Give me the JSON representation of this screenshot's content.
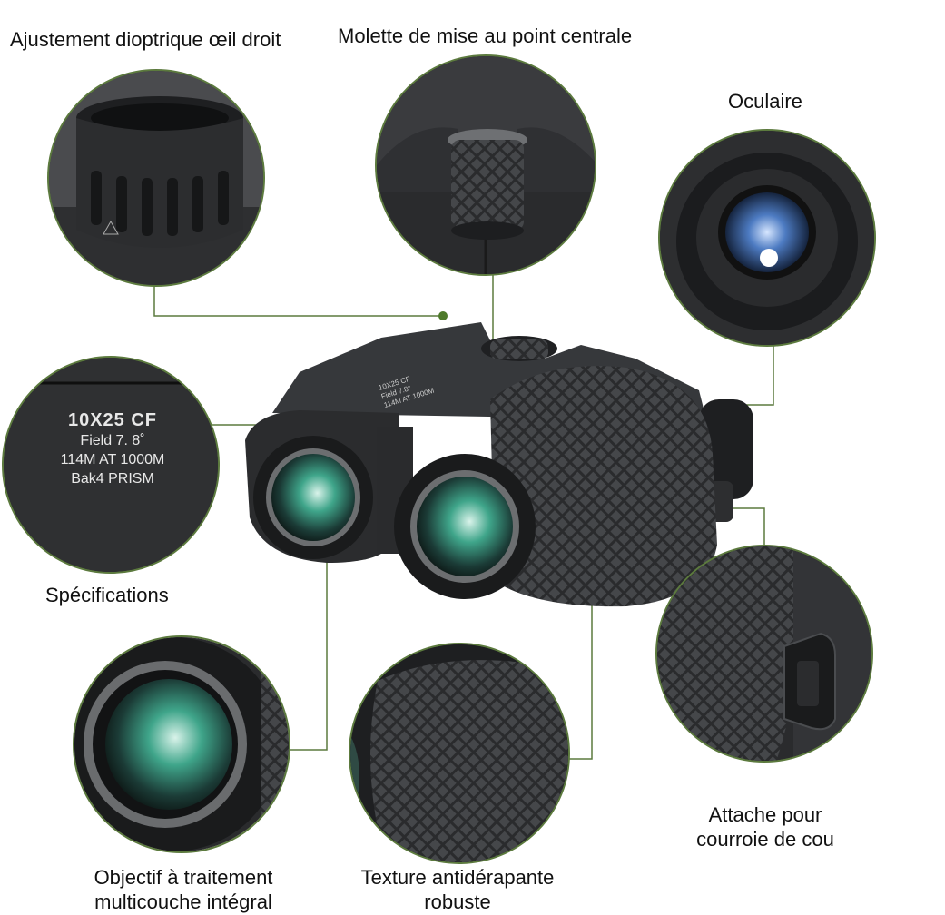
{
  "labels": {
    "diopter": "Ajustement dioptrique œil droit",
    "focus_wheel": "Molette de mise au point centrale",
    "eyepiece": "Oculaire",
    "specifications": "Spécifications",
    "objective_line1": "Objectif à traitement",
    "objective_line2": "multicouche intégral",
    "texture_line1": "Texture antidérapante",
    "texture_line2": "robuste",
    "strap_line1": "Attache pour",
    "strap_line2": "courroie de cou"
  },
  "specs": {
    "model": "10X25 CF",
    "field": "Field 7. 8˚",
    "distance": "114M AT 1000M",
    "prism": "Bak4 PRISM"
  },
  "colors": {
    "callout_line": "#5c7a3e",
    "callout_dot": "#4e7a2a",
    "body": "#2a2b2d",
    "lens_tint": "#3fa58a"
  }
}
